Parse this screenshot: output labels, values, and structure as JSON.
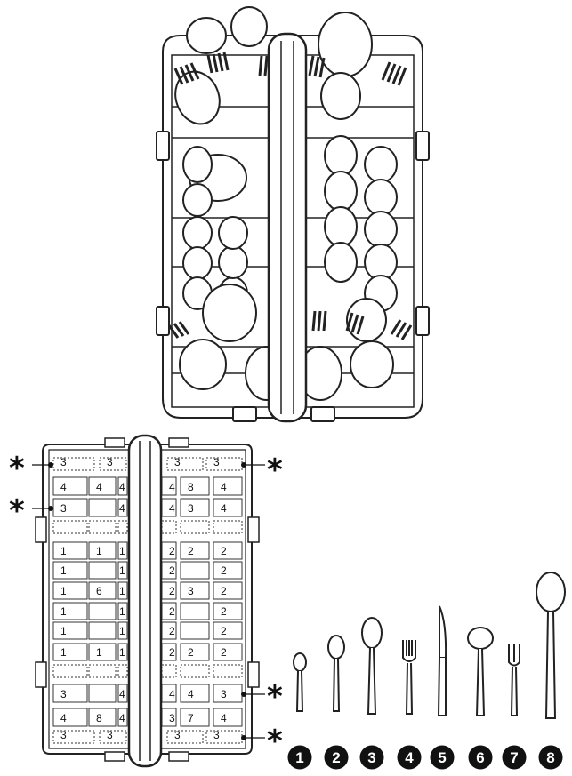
{
  "basket_grid": {
    "rows": [
      {
        "cells": [
          "3",
          "3",
          "",
          "3",
          "3"
        ]
      },
      {
        "cells": [
          "4",
          "4",
          "4",
          "4",
          "8",
          "4"
        ]
      },
      {
        "cells": [
          "3",
          "",
          "4",
          "4",
          "3",
          "4"
        ]
      },
      {
        "cells": [
          "",
          "",
          "",
          "",
          "",
          ""
        ]
      },
      {
        "cells": [
          "1",
          "1",
          "1",
          "2",
          "2",
          "2"
        ]
      },
      {
        "cells": [
          "1",
          "",
          "1",
          "2",
          "",
          "2"
        ]
      },
      {
        "cells": [
          "1",
          "6",
          "1",
          "2",
          "3",
          "2"
        ]
      },
      {
        "cells": [
          "1",
          "",
          "1",
          "2",
          "",
          "2"
        ]
      },
      {
        "cells": [
          "1",
          "",
          "1",
          "2",
          "",
          "2"
        ]
      },
      {
        "cells": [
          "1",
          "1",
          "1",
          "2",
          "2",
          "2"
        ]
      },
      {
        "cells": [
          "",
          "",
          "",
          "",
          "",
          ""
        ]
      },
      {
        "cells": [
          "3",
          "",
          "4",
          "4",
          "4",
          "3"
        ]
      },
      {
        "cells": [
          "4",
          "8",
          "4",
          "3",
          "7",
          "4"
        ]
      },
      {
        "cells": [
          "3",
          "3",
          "",
          "3",
          "3"
        ]
      }
    ]
  },
  "marker_symbol": "*",
  "utensil_numbers": [
    "1",
    "2",
    "3",
    "4",
    "5",
    "6",
    "7",
    "8"
  ],
  "utensil_icons": [
    "small-spoon-icon",
    "teaspoon-icon",
    "tablespoon-icon",
    "fork-icon",
    "knife-icon",
    "soup-spoon-icon",
    "cocktail-fork-icon",
    "serving-spoon-icon"
  ]
}
